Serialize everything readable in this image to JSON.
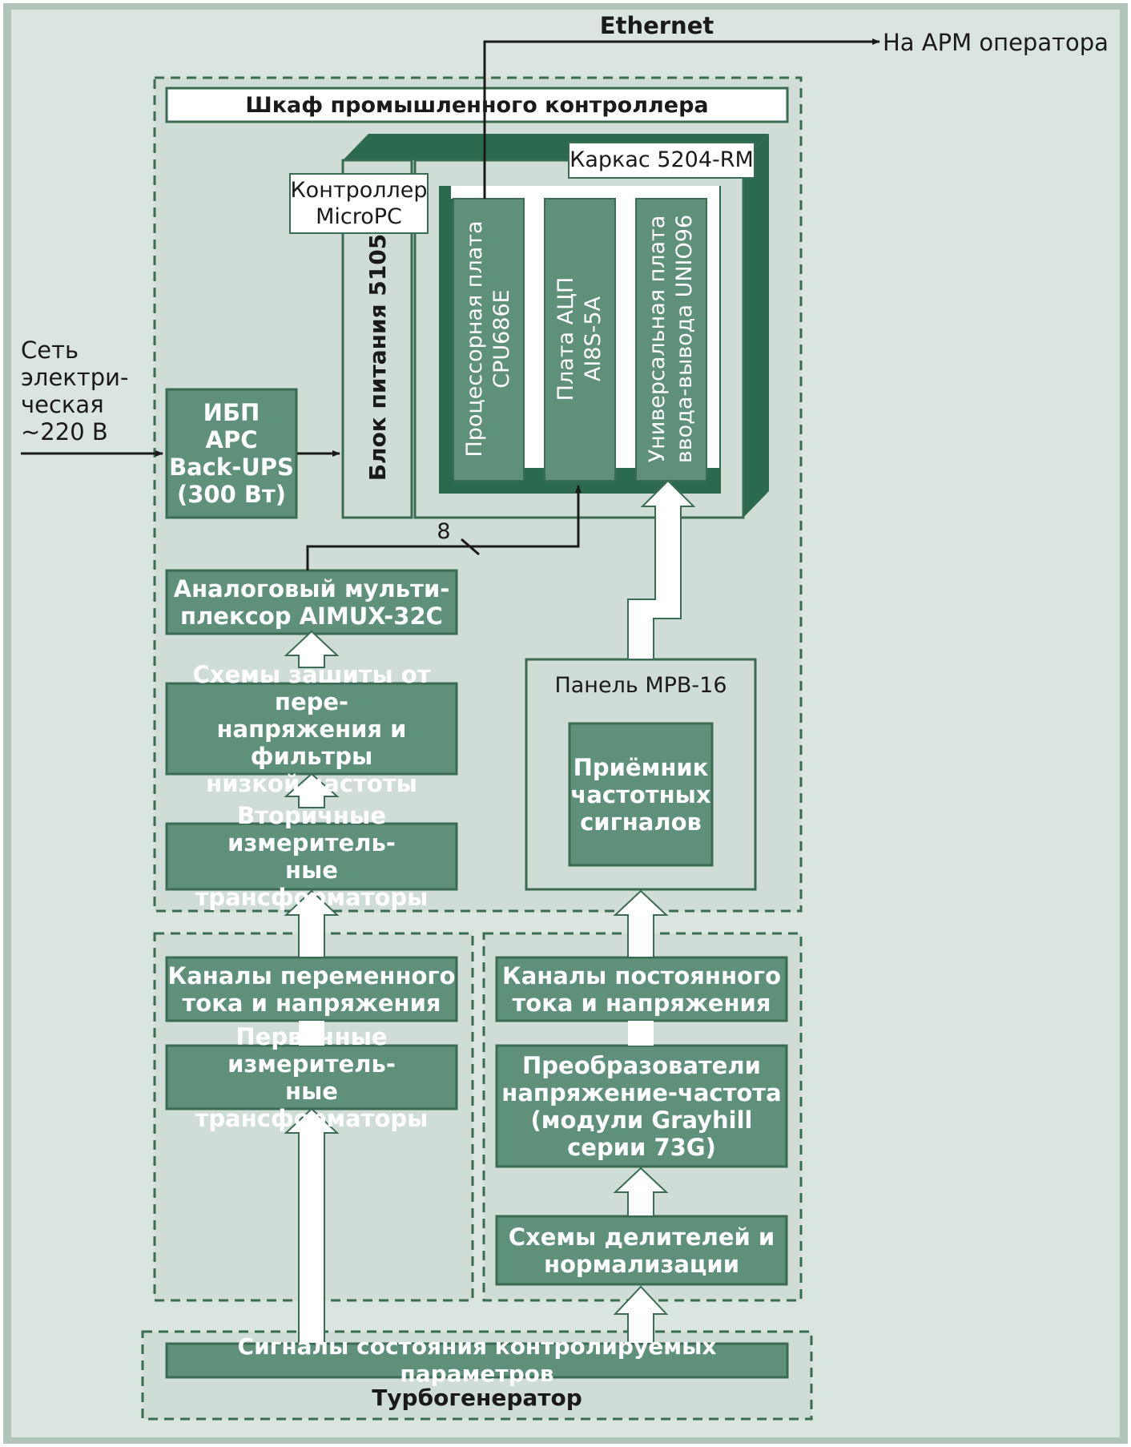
{
  "colors": {
    "background": "#dbe5e0",
    "panel": "#cfddd6",
    "box": "#5f9079",
    "box_border": "#3a6b53",
    "dark": "#2c6a50",
    "frame": "#b0c4ba",
    "line": "#1a1a1a",
    "white": "#ffffff"
  },
  "network": {
    "ethernet": "Ethernet",
    "operator": "На АРМ оператора"
  },
  "mains": {
    "label": "Сеть\nэлектри-\nческая\n~220 В"
  },
  "cabinet": {
    "title": "Шкаф промышленного контроллера"
  },
  "chassis": {
    "label": "Каркас 5204-RM"
  },
  "controller": {
    "label": "Контроллер\nMicroPC"
  },
  "power_supply": {
    "label": "Блок питания 5105"
  },
  "ups": {
    "label": "ИБП\nAPC\nBack-UPS\n(300 Вт)"
  },
  "boards": [
    {
      "label": "Процессорная плата\nCPU686E"
    },
    {
      "label": "Плата АЦП\nAI8S-5A"
    },
    {
      "label": "Универсальная плата\nввода-вывода UNIO96"
    }
  ],
  "bus": {
    "width_label": "8"
  },
  "analog_chain": {
    "multiplexer": "Аналоговый мульти-\nплексор AIMUX-32C",
    "protection": "Схемы зашиты от пере-\nнапряжения и фильтры\nнизкой частоты",
    "secondary_transformers": "Вторичные измеритель-\nные трансформаторы"
  },
  "mpb_panel": {
    "title": "Панель MPB-16",
    "receiver": "Приёмник\nчастотных\nсигналов"
  },
  "ac_group": {
    "channels": "Каналы переменного\nтока и напряжения",
    "primary_transformers": "Первичные измеритель-\nные трансформаторы"
  },
  "dc_group": {
    "channels": "Каналы постоянного\nтока и напряжения",
    "converters": "Преобразователи\nнапряжение-частота\n(модули Grayhill\nсерии 73G)",
    "dividers": "Схемы делителей и\nнормализации"
  },
  "turbogenerator": {
    "signals": "Сигналы состояния контролируемых параметров",
    "title": "Турбогенератор"
  }
}
